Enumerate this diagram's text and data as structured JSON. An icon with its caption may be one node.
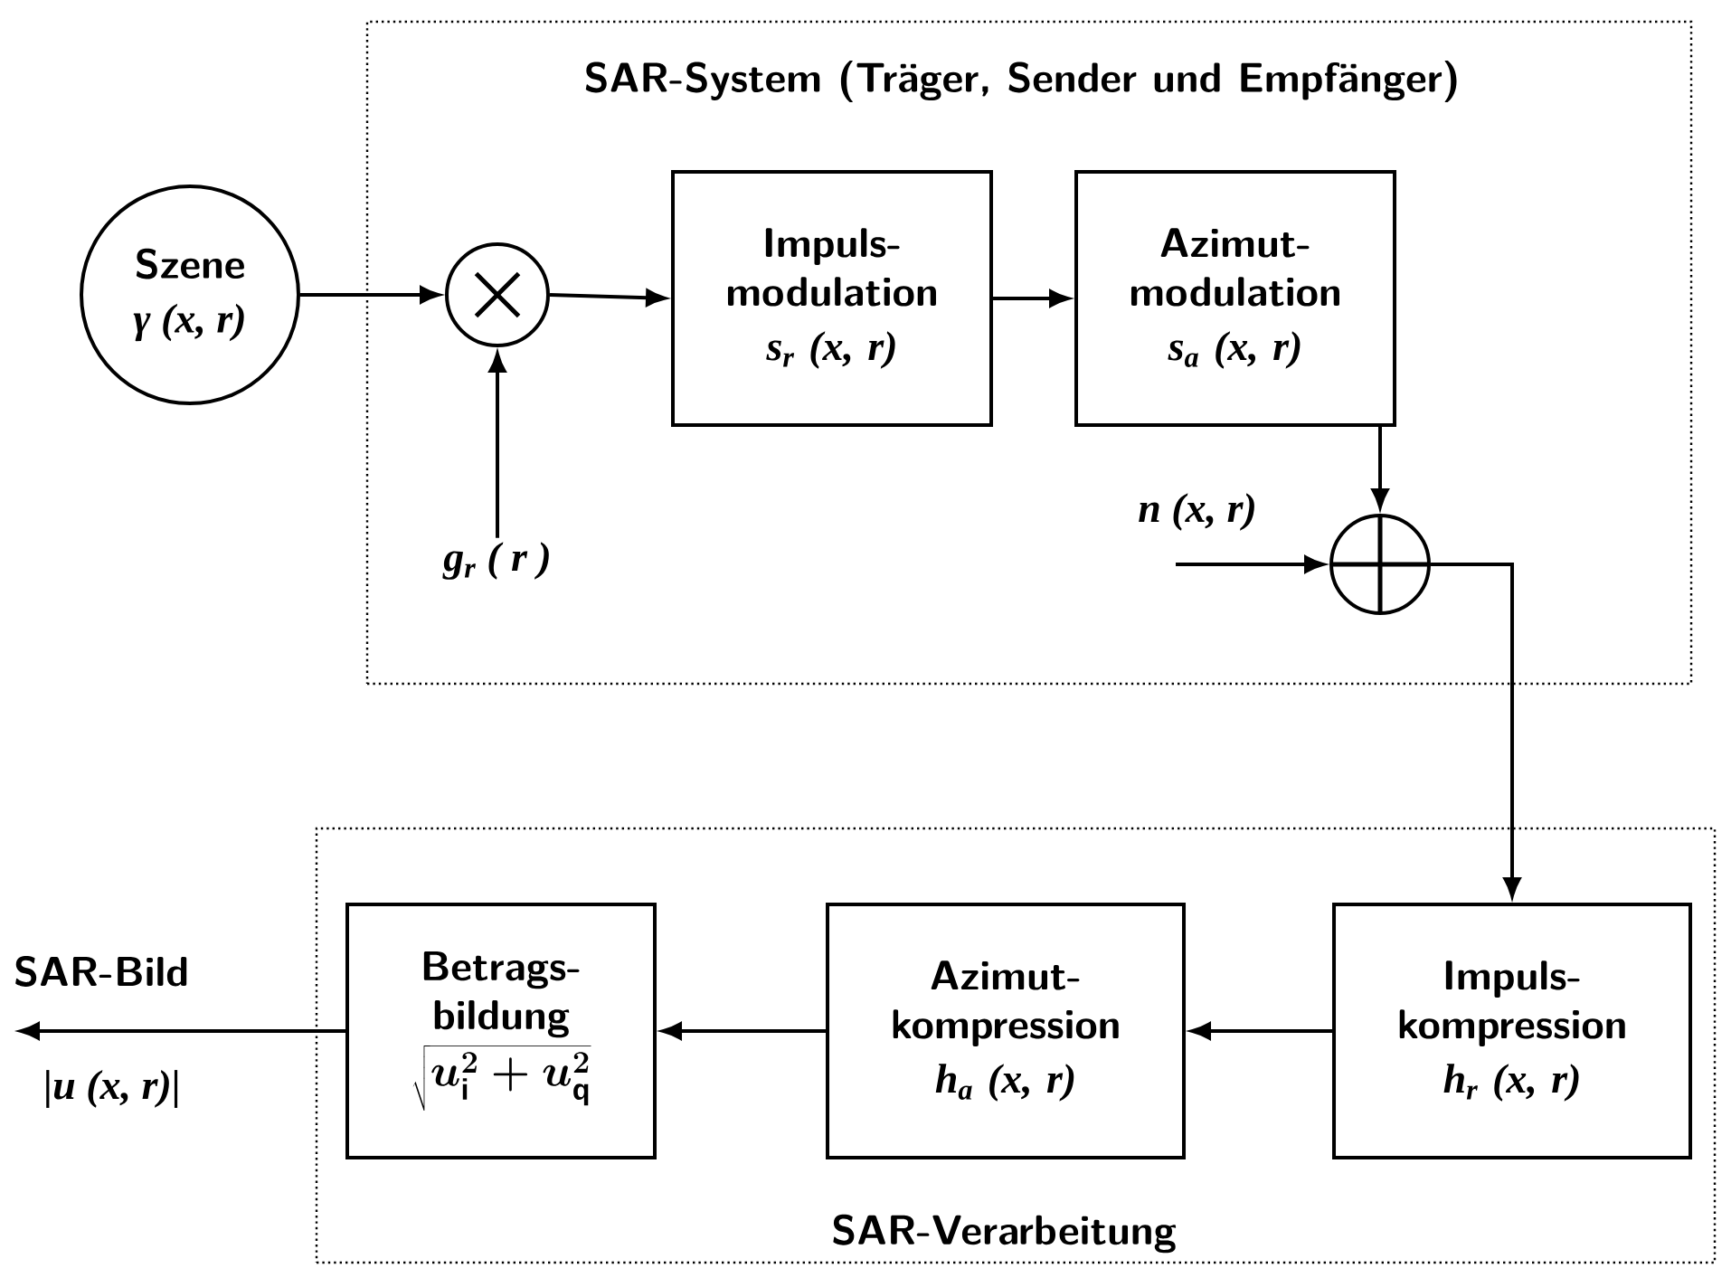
{
  "diagram": {
    "nodes": [
      {
        "text": [
          "SAR-System (Träger, Sender und Empfänger)"
        ]
      },
      {
        "text": [
          "Szene",
          "γ (x, r)"
        ]
      },
      {
        "text": [],
        "shape": "circle",
        "in": 0
      },
      {
        "text": [
          "Impuls-modulation",
          "s$_{r}$ (x, r)"
        ],
        "in": 0
      },
      {
        "text": [
          "Azimut-modulation",
          "s$_{a}$ (x, r)"
        ],
        "in": 0
      },
      {
        "text": [
          "n (x, r)"
        ],
        "in": 0
      },
      {
        "text": [],
        "shape": "circle",
        "in": 0
      },
      {
        "text": [
          "g$_{r}$ ( r )"
        ],
        "in": 0
      },
      {
        "text": [
          "SAR-Verarbeitung"
        ]
      },
      {
        "text": [
          "Impuls-kompression",
          "h$_{r}$ (x, r)"
        ],
        "in": 8
      },
      {
        "text": [
          "Azimut-kompression",
          "h$_{a}$ (x, r)"
        ],
        "in": 8
      },
      {
        "text": [
          "Betrags-bildung",
          "\\sqrt{u_{\\mathrm{i}}^{2} + u_{\\mathrm{q}}^{2}}"
        ],
        "in": 8
      }
    ],
    "edges": [
      {
        "from": 1,
        "to": 2,
        "arrow": "to"
      },
      {
        "from": 7,
        "to": 2,
        "arrow": "to"
      },
      {
        "from": 2,
        "to": 3,
        "arrow": "to"
      },
      {
        "from": 3,
        "to": 4,
        "arrow": "to"
      },
      {
        "from": 4,
        "to": 6,
        "arrow": "to"
      },
      {
        "from": 5,
        "to": 6,
        "arrow": "to"
      },
      {
        "from": 6,
        "to": 9,
        "arrow": "to"
      },
      {
        "from": 9,
        "to": 10,
        "arrow": "to"
      },
      {
        "from": 10,
        "to": 11,
        "arrow": "to"
      },
      {
        "from": 11,
        "to": null,
        "arrow": "to"
      }
    ],
    "labels": [
      "SAR-Bild",
      "|u (x, r)|"
    ]
  }
}
